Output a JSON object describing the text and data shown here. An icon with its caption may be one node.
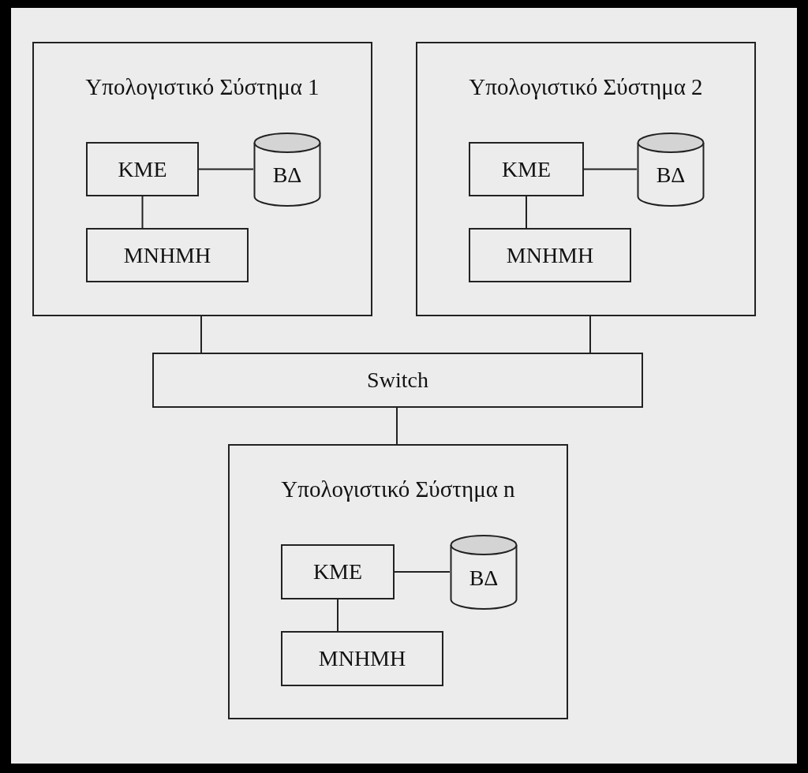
{
  "diagram": {
    "nodes": [
      {
        "text": [
          "Υπολογιστικό Σύστημα 1"
        ]
      },
      {
        "text": [
          "ΚΜΕ"
        ],
        "in": 0
      },
      {
        "text": [
          "ΒΔ"
        ],
        "in": 0
      },
      {
        "text": [
          "ΜΝΗΜΗ"
        ],
        "in": 0
      },
      {
        "text": [
          "Υπολογιστικό Σύστημα 2"
        ]
      },
      {
        "text": [
          "ΚΜΕ"
        ],
        "in": 4
      },
      {
        "text": [
          "ΒΔ"
        ],
        "in": 4
      },
      {
        "text": [
          "ΜΝΗΜΗ"
        ],
        "in": 4
      },
      {
        "text": [
          "Switch"
        ]
      },
      {
        "text": [
          "Υπολογιστικό Σύστημα n"
        ]
      },
      {
        "text": [
          "ΚΜΕ"
        ],
        "in": 9
      },
      {
        "text": [
          "ΒΔ"
        ],
        "in": 9
      },
      {
        "text": [
          "ΜΝΗΜΗ"
        ],
        "in": 9
      }
    ],
    "edges": [
      {
        "from": 1,
        "to": 2,
        "arrow": "none"
      },
      {
        "from": 1,
        "to": 3,
        "arrow": "none"
      },
      {
        "from": 5,
        "to": 6,
        "arrow": "none"
      },
      {
        "from": 5,
        "to": 7,
        "arrow": "none"
      },
      {
        "from": 0,
        "to": 8,
        "arrow": "none"
      },
      {
        "from": 4,
        "to": 8,
        "arrow": "none"
      },
      {
        "from": 8,
        "to": 9,
        "arrow": "none"
      },
      {
        "from": 10,
        "to": 11,
        "arrow": "none"
      },
      {
        "from": 10,
        "to": 12,
        "arrow": "none"
      }
    ]
  }
}
